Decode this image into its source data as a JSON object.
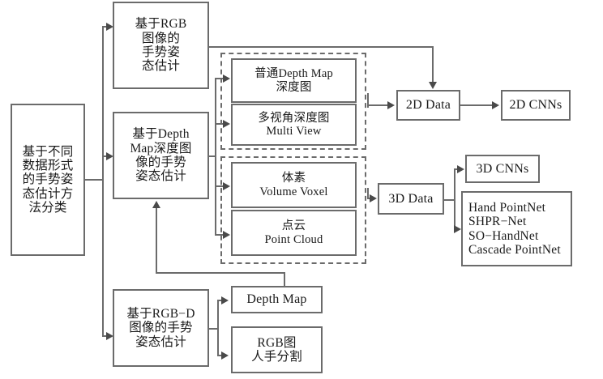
{
  "diagram": {
    "title_root": {
      "lines": [
        "基于不同",
        "数据形式",
        "的手势姿",
        "态估计方",
        "法分类"
      ]
    },
    "branch_rgb": {
      "lines": [
        "基于RGB",
        "图像的",
        "手势姿",
        "态估计"
      ]
    },
    "branch_depth": {
      "lines": [
        "基于Depth",
        "Map深度图",
        "像的手势",
        "姿态估计"
      ]
    },
    "branch_rgbd": {
      "lines": [
        "基于RGB−D",
        "图像的手势",
        "姿态估计"
      ]
    },
    "group_2d": {
      "items": [
        {
          "lines": [
            "普通Depth Map",
            "深度图"
          ]
        },
        {
          "lines": [
            "多视角深度图",
            "Multi View"
          ]
        }
      ]
    },
    "group_3d": {
      "items": [
        {
          "lines": [
            "体素",
            "Volume Voxel"
          ]
        },
        {
          "lines": [
            "点云",
            "Point Cloud"
          ]
        }
      ]
    },
    "data_2d": {
      "label": "2D Data"
    },
    "cnn_2d": {
      "label": "2D CNNs"
    },
    "data_3d": {
      "label": "3D Data"
    },
    "cnn_3d": {
      "label": "3D CNNs"
    },
    "pointnet_list": {
      "lines": [
        "Hand PointNet",
        "SHPR−Net",
        "SO−HandNet",
        "Cascade PointNet"
      ]
    },
    "rgbd_outputs": [
      {
        "lines": [
          "Depth Map"
        ]
      },
      {
        "lines": [
          "RGB图",
          "人手分割"
        ]
      }
    ],
    "colors": {
      "border": "#6b6b6b",
      "text": "#1a1a1a",
      "background": "#ffffff",
      "arrow": "#4a4a4a"
    }
  }
}
